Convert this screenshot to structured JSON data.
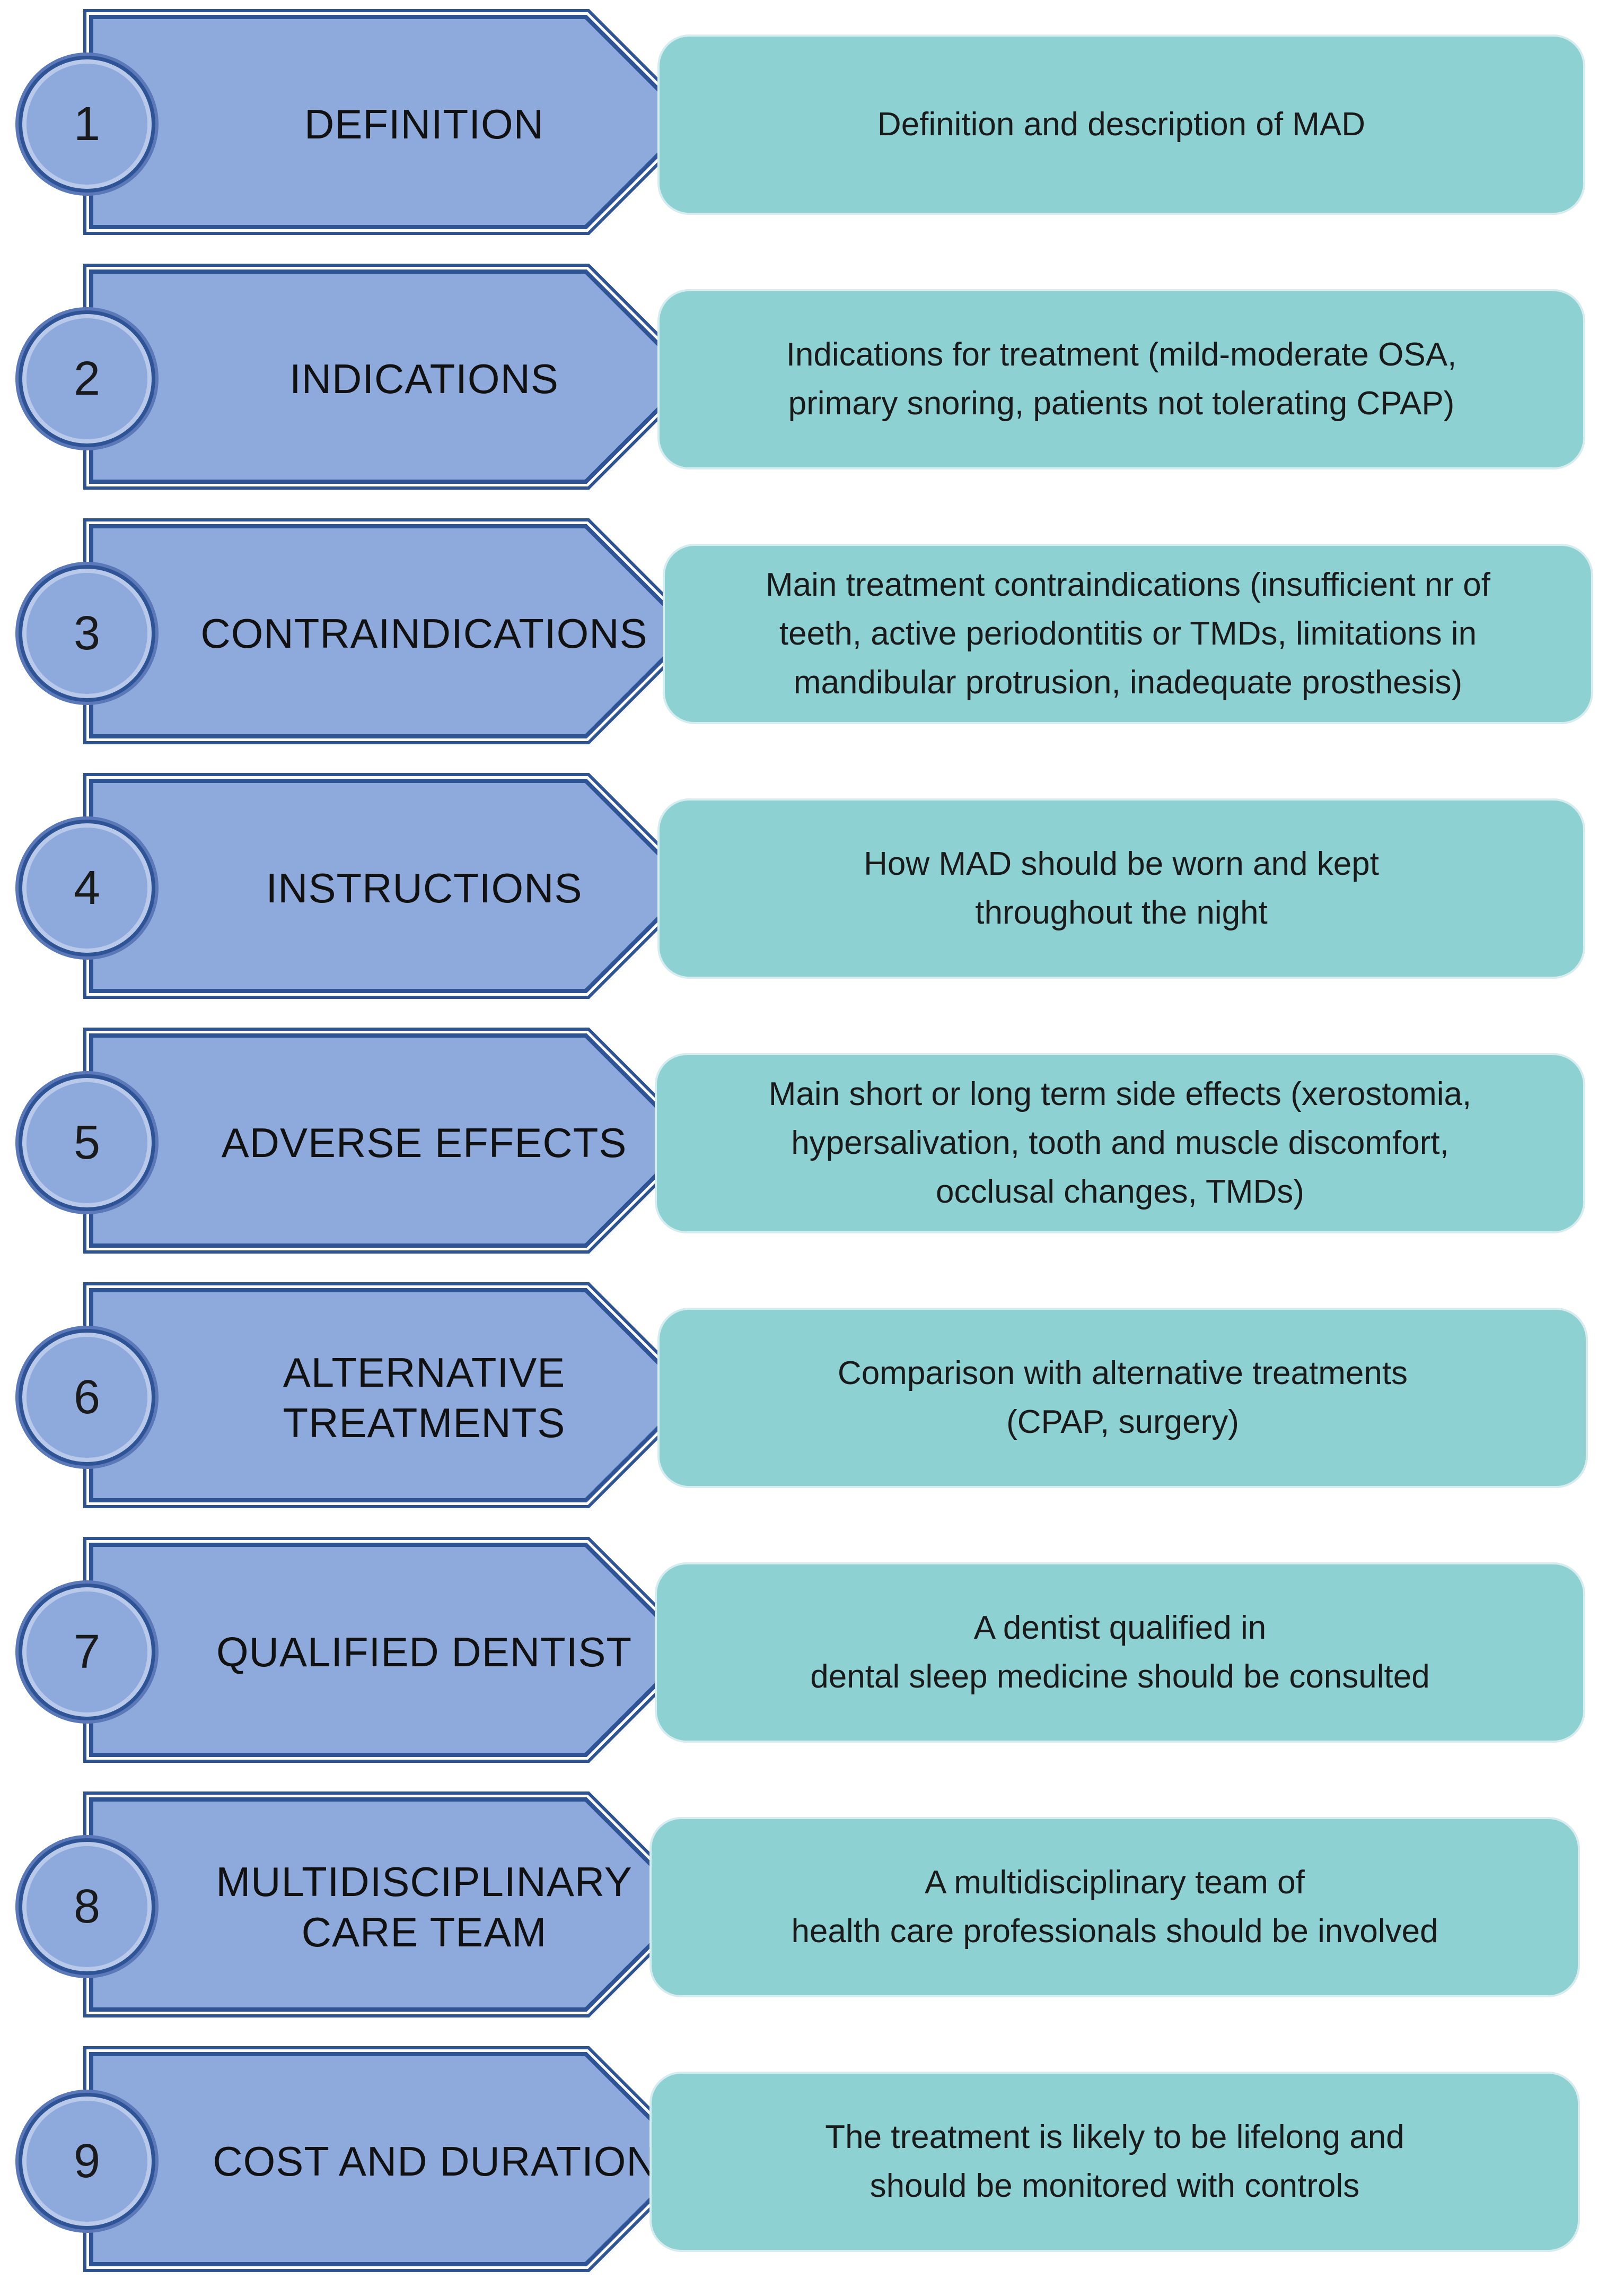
{
  "steps": [
    {
      "number": "1",
      "title": "DEFINITION",
      "description": "Definition and description of MAD"
    },
    {
      "number": "2",
      "title": "INDICATIONS",
      "description": "Indications for treatment (mild-moderate OSA,\nprimary snoring, patients not tolerating CPAP)"
    },
    {
      "number": "3",
      "title": "CONTRAINDICATIONS",
      "description": "Main treatment contraindications (insufficient nr of\nteeth, active periodontitis or TMDs, limitations in\nmandibular protrusion, inadequate prosthesis)"
    },
    {
      "number": "4",
      "title": "INSTRUCTIONS",
      "description": "How MAD should be worn and kept\nthroughout the night"
    },
    {
      "number": "5",
      "title": "ADVERSE EFFECTS",
      "description": "Main short or long term side effects (xerostomia,\nhypersalivation, tooth and muscle discomfort,\nocclusal changes, TMDs)"
    },
    {
      "number": "6",
      "title": "ALTERNATIVE\nTREATMENTS",
      "description": "Comparison with alternative treatments\n(CPAP, surgery)"
    },
    {
      "number": "7",
      "title": "QUALIFIED DENTIST",
      "description": "A dentist qualified in\ndental sleep medicine should be consulted"
    },
    {
      "number": "8",
      "title": "MULTIDISCIPLINARY\nCARE TEAM",
      "description": "A multidisciplinary team of\nhealth care professionals should be involved"
    },
    {
      "number": "9",
      "title": "COST AND DURATION",
      "description": "The treatment is likely to be lifelong and\nshould be monitored with controls"
    }
  ],
  "colors": {
    "arrow_fill": "#8eaadc",
    "arrow_border": "#2f5496",
    "box_fill": "#8ed1d3"
  }
}
